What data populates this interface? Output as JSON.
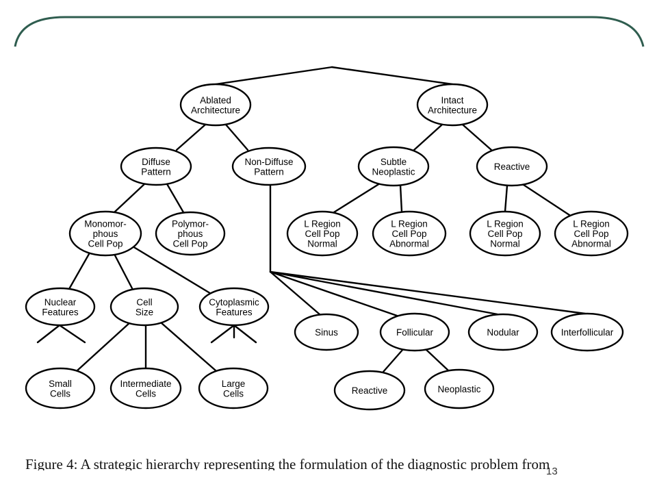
{
  "frame": {
    "accent_color": "#2f5d4f"
  },
  "diagram": {
    "nodes": [
      {
        "id": "ablated",
        "lines": [
          "Ablated",
          "Architecture"
        ]
      },
      {
        "id": "intact",
        "lines": [
          "Intact",
          "Architecture"
        ]
      },
      {
        "id": "diffuse",
        "lines": [
          "Diffuse",
          "Pattern"
        ]
      },
      {
        "id": "nondiffuse",
        "lines": [
          "Non-Diffuse",
          "Pattern"
        ]
      },
      {
        "id": "subtle",
        "lines": [
          "Subtle",
          "Neoplastic"
        ]
      },
      {
        "id": "reactive1",
        "lines": [
          "Reactive"
        ]
      },
      {
        "id": "mono",
        "lines": [
          "Monomor-",
          "phous",
          "Cell Pop"
        ]
      },
      {
        "id": "poly",
        "lines": [
          "Polymor-",
          "phous",
          "Cell Pop"
        ]
      },
      {
        "id": "lrn1",
        "lines": [
          "L Region",
          "Cell Pop",
          "Normal"
        ]
      },
      {
        "id": "lra1",
        "lines": [
          "L Region",
          "Cell Pop",
          "Abnormal"
        ]
      },
      {
        "id": "lrn2",
        "lines": [
          "L Region",
          "Cell Pop",
          "Normal"
        ]
      },
      {
        "id": "lra2",
        "lines": [
          "L Region",
          "Cell Pop",
          "Abnormal"
        ]
      },
      {
        "id": "nuclear",
        "lines": [
          "Nuclear",
          "Features"
        ]
      },
      {
        "id": "cellsize",
        "lines": [
          "Cell",
          "Size"
        ]
      },
      {
        "id": "cyto",
        "lines": [
          "Cytoplasmic",
          "Features"
        ]
      },
      {
        "id": "sinus",
        "lines": [
          "Sinus"
        ]
      },
      {
        "id": "follicular",
        "lines": [
          "Follicular"
        ]
      },
      {
        "id": "nodular",
        "lines": [
          "Nodular"
        ]
      },
      {
        "id": "interfollicular",
        "lines": [
          "Interfollicular"
        ]
      },
      {
        "id": "small",
        "lines": [
          "Small",
          "Cells"
        ]
      },
      {
        "id": "intermediate",
        "lines": [
          "Intermediate",
          "Cells"
        ]
      },
      {
        "id": "large",
        "lines": [
          "Large",
          "Cells"
        ]
      },
      {
        "id": "reactive2",
        "lines": [
          "Reactive"
        ]
      },
      {
        "id": "neoplastic",
        "lines": [
          "Neoplastic"
        ]
      }
    ]
  },
  "caption": "Figure 4: A strategic hierarchy representing the formulation of the diagnostic problem from",
  "page_number": "13"
}
